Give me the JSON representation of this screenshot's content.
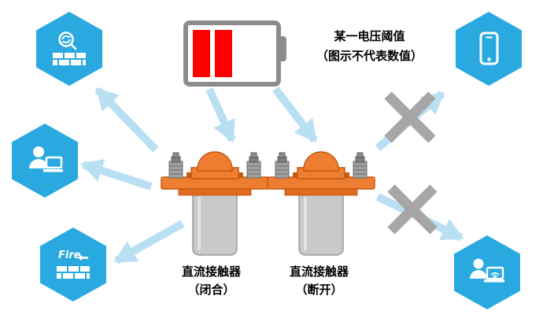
{
  "diagram": {
    "battery": {
      "label_line1": "某一电压阈值",
      "label_line2": "（图示不代表数值）"
    },
    "contactor_left": {
      "label_line1": "直流接触器",
      "label_line2": "（闭合）",
      "state": "closed"
    },
    "contactor_right": {
      "label_line1": "直流接触器",
      "label_line2": "（断开）",
      "state": "open"
    }
  },
  "hexagons": [
    {
      "icon": "search-sync-firewall-icon"
    },
    {
      "icon": "user-laptop-icon"
    },
    {
      "icon": "fire-firewall-icon",
      "text": "Fire"
    },
    {
      "icon": "smartphone-icon"
    },
    {
      "icon": "user-laptop-wifi-icon"
    }
  ],
  "colors": {
    "hexagon_blue": "#29A9E0",
    "arrow_blue": "#B9DFF2",
    "contactor_orange": "#ED7D31",
    "contactor_orange_dark": "#C55A11",
    "battery_red": "#FE0000",
    "battery_gray": "#8C8C8C",
    "blocked_gray": "#A6A6A6"
  }
}
